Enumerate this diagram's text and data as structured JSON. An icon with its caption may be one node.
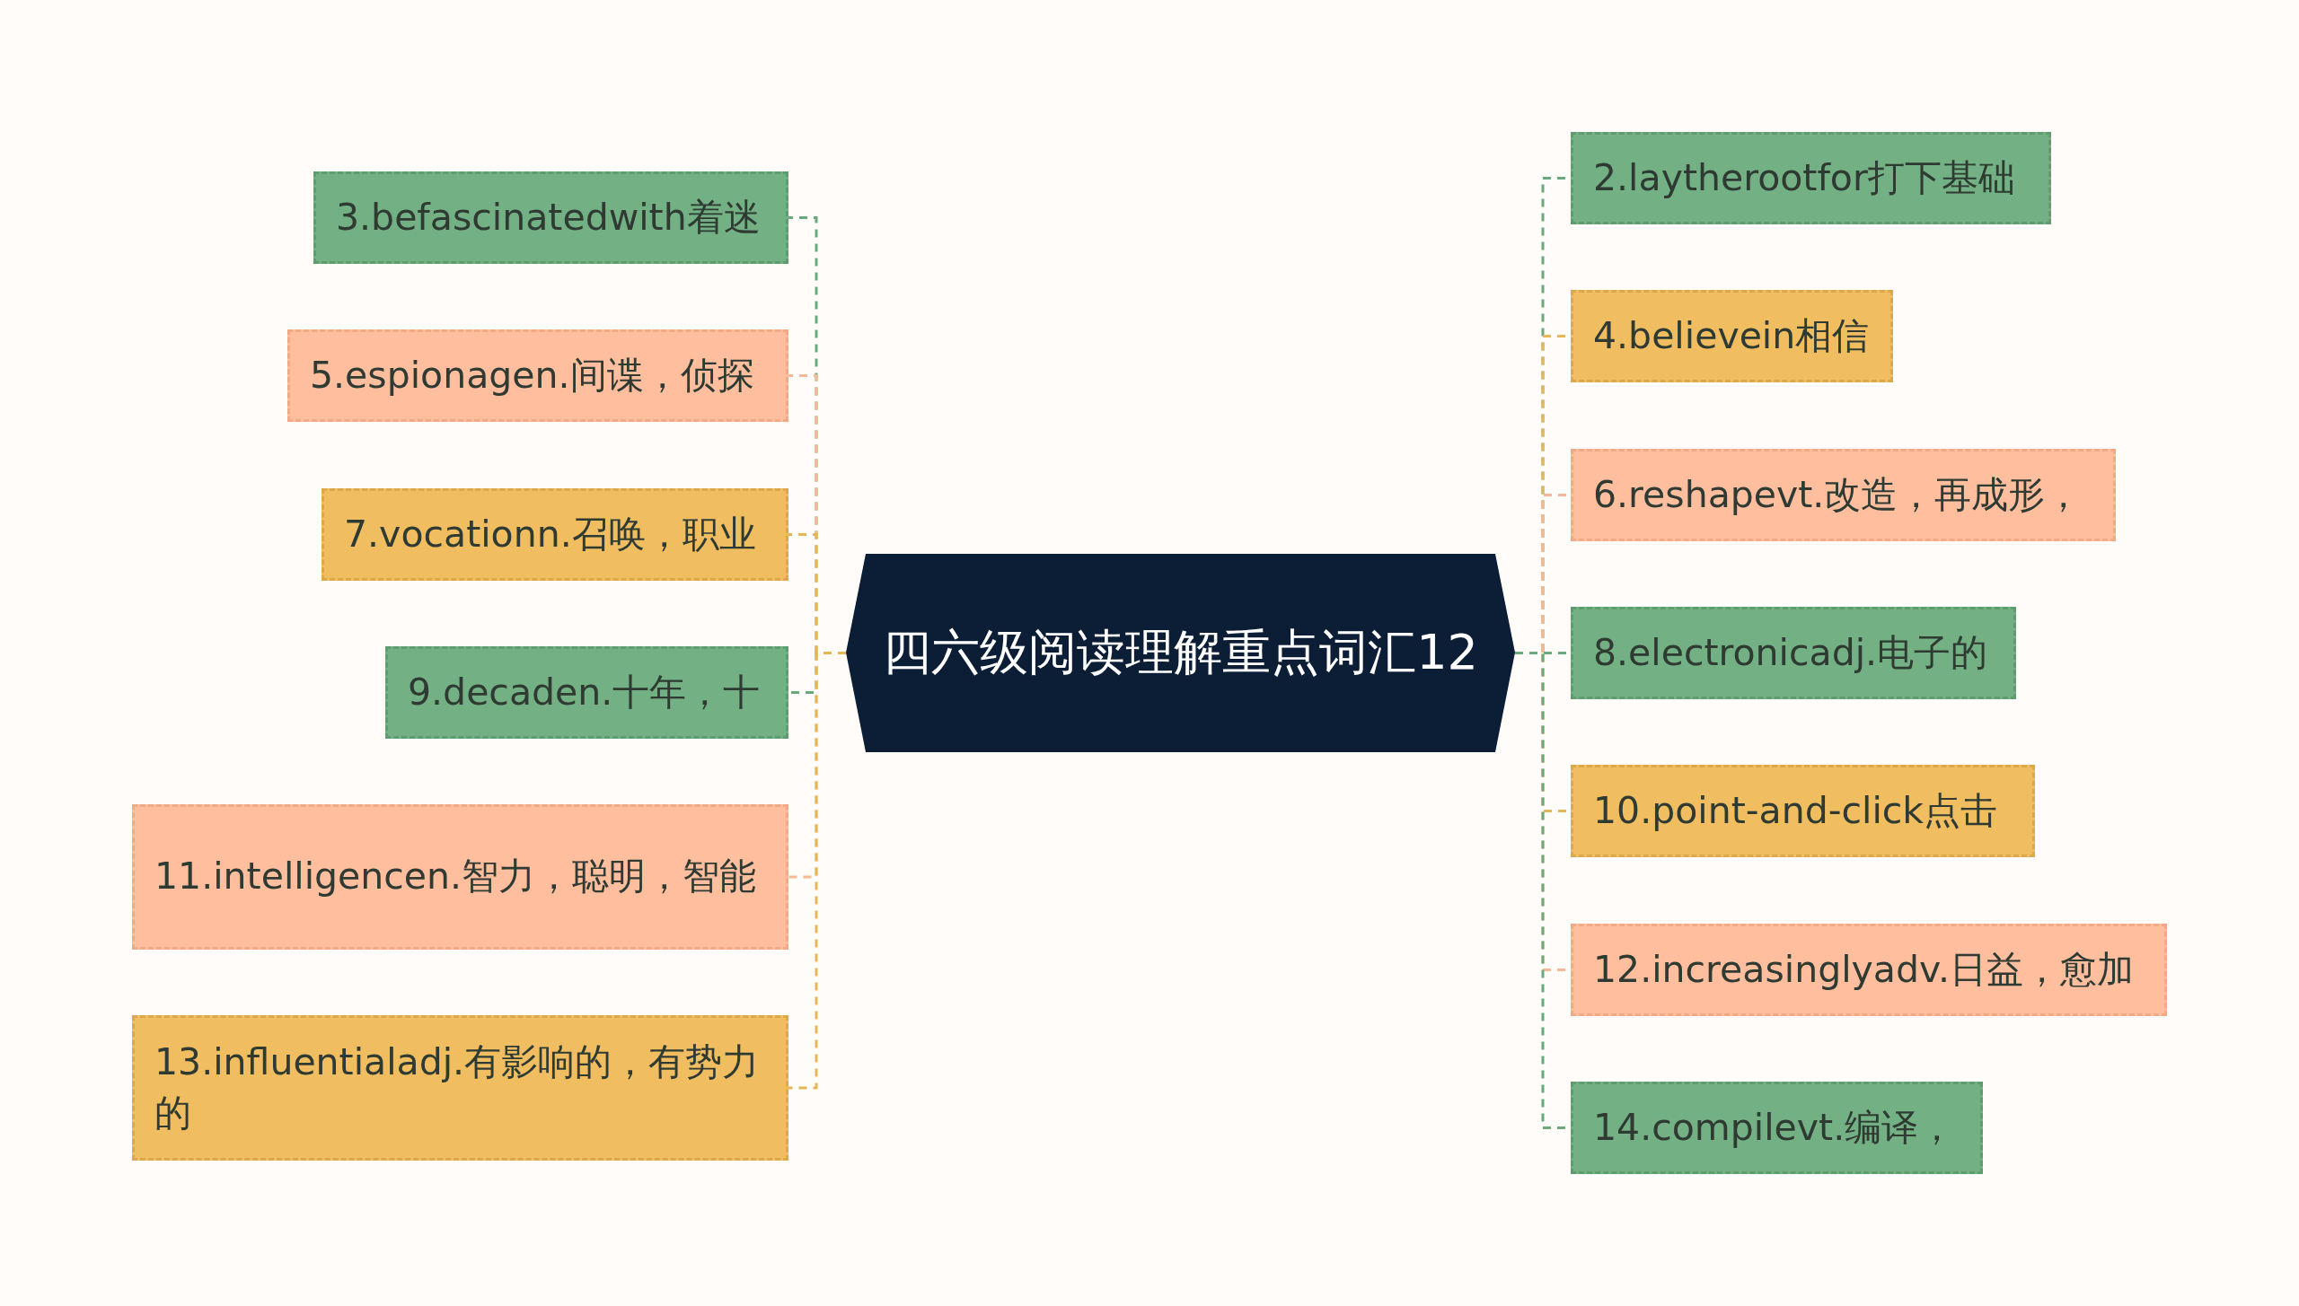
{
  "diagram": {
    "nodes": [
      {
        "text": [
          "四六级阅读理解重点词汇12"
        ]
      },
      {
        "text": [
          "2.laytherootfor打下基础"
        ]
      },
      {
        "text": [
          "3.befascinatedwith着迷"
        ]
      },
      {
        "text": [
          "4.believein相信"
        ]
      },
      {
        "text": [
          "5.espionagen.间谍，侦探"
        ]
      },
      {
        "text": [
          "6.reshapevt.改造，再成形，"
        ]
      },
      {
        "text": [
          "7.vocationn.召唤，职业"
        ]
      },
      {
        "text": [
          "8.electronicadj.电子的"
        ]
      },
      {
        "text": [
          "9.decaden.十年，十"
        ]
      },
      {
        "text": [
          "10.point-and-click点击"
        ]
      },
      {
        "text": [
          "11.intelligencen.智力，聪明，智能"
        ]
      },
      {
        "text": [
          "12.increasinglyadv.日益，愈加"
        ]
      },
      {
        "text": [
          "13.influentialadj.有影响的，有势力的"
        ]
      },
      {
        "text": [
          "14.compilevt.编译，"
        ]
      }
    ],
    "edges": [
      {
        "from": 0,
        "to": 1,
        "arrow": "none",
        "style": "dashed",
        "color": "#6aa97c"
      },
      {
        "from": 0,
        "to": 2,
        "arrow": "none",
        "style": "dashed",
        "color": "#6aa97c"
      },
      {
        "from": 0,
        "to": 3,
        "arrow": "none",
        "style": "dashed",
        "color": "#e6b757"
      },
      {
        "from": 0,
        "to": 4,
        "arrow": "none",
        "style": "dashed",
        "color": "#f6b998"
      },
      {
        "from": 0,
        "to": 5,
        "arrow": "none",
        "style": "dashed",
        "color": "#f6b998"
      },
      {
        "from": 0,
        "to": 6,
        "arrow": "none",
        "style": "dashed",
        "color": "#e6b757"
      },
      {
        "from": 0,
        "to": 7,
        "arrow": "none",
        "style": "dashed",
        "color": "#6aa97c"
      },
      {
        "from": 0,
        "to": 8,
        "arrow": "none",
        "style": "dashed",
        "color": "#6aa97c"
      },
      {
        "from": 0,
        "to": 9,
        "arrow": "none",
        "style": "dashed",
        "color": "#e6b757"
      },
      {
        "from": 0,
        "to": 10,
        "arrow": "none",
        "style": "dashed",
        "color": "#f6b998"
      },
      {
        "from": 0,
        "to": 11,
        "arrow": "none",
        "style": "dashed",
        "color": "#f6b998"
      },
      {
        "from": 0,
        "to": 12,
        "arrow": "none",
        "style": "dashed",
        "color": "#e6b757"
      },
      {
        "from": 0,
        "to": 13,
        "arrow": "none",
        "style": "dashed",
        "color": "#6aa97c"
      }
    ]
  }
}
